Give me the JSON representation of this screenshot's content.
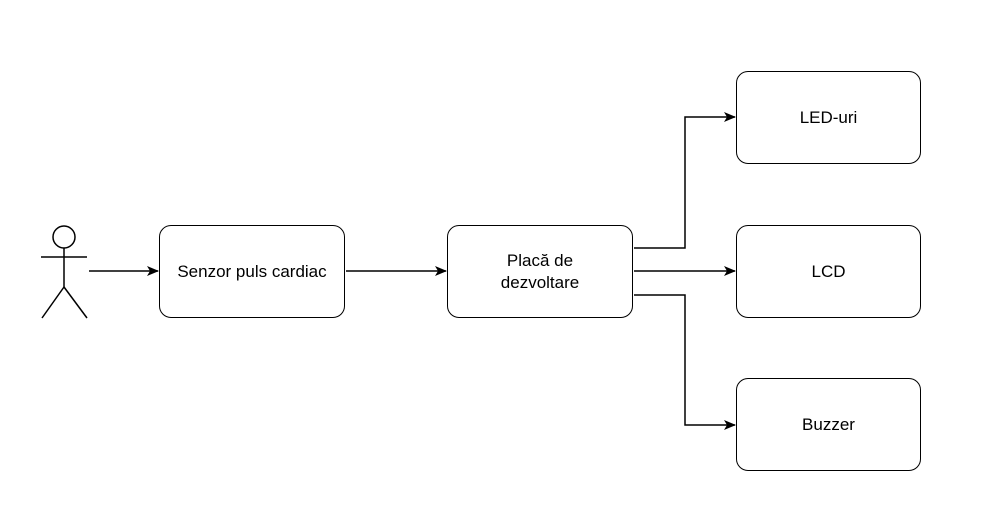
{
  "nodes": {
    "sensor": {
      "line1": "Senzor puls cardiac",
      "line2": ""
    },
    "board": {
      "line1": "Placă de",
      "line2": "dezvoltare"
    },
    "leds": {
      "line1": "LED-uri",
      "line2": ""
    },
    "lcd": {
      "line1": "LCD",
      "line2": ""
    },
    "buzzer": {
      "line1": "Buzzer",
      "line2": ""
    }
  },
  "edges": [
    {
      "from": "user",
      "to": "sensor"
    },
    {
      "from": "sensor",
      "to": "board"
    },
    {
      "from": "board",
      "to": "leds"
    },
    {
      "from": "board",
      "to": "lcd"
    },
    {
      "from": "board",
      "to": "buzzer"
    }
  ],
  "colors": {
    "stroke": "#000000",
    "fill": "#ffffff"
  },
  "icons": {
    "actor": "stick-figure-icon"
  }
}
